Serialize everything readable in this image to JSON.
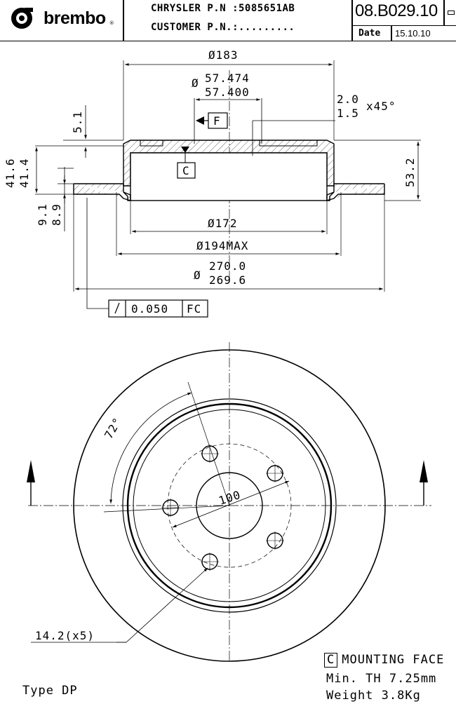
{
  "header": {
    "brand": "brembo",
    "brand_reg": "®",
    "oem_line": "CHRYSLER P.N :5085651AB",
    "customer_line": "CUSTOMER P.N.:.........",
    "part_code": "08.B029.10",
    "date_label": "Date",
    "date_value": "15.10.10"
  },
  "dimensions": {
    "d183": "183",
    "d57_max": "57.474",
    "d57_min": "57.400",
    "chamfer_a": "2.0",
    "chamfer_b": "1.5",
    "chamfer_angle": "x45°",
    "h5_1": "5.1",
    "h41_6": "41.6",
    "h41_4": "41.4",
    "h53_2": "53.2",
    "h9_1": "9.1",
    "h8_9": "8.9",
    "d172": "172",
    "d194": "194MAX",
    "d270_max": "270.0",
    "d269_6": "269.6",
    "tol_value": "0.050",
    "tol_ref": "FC",
    "datum_f": "F",
    "datum_c": "C",
    "angle": "72°",
    "pcd": "100",
    "holes": "14.2(x5)"
  },
  "specs": {
    "mount_box": "C",
    "mount_text": "MOUNTING FACE",
    "min_th": "Min. TH 7.25mm",
    "weight": "Weight 3.8Kg",
    "type": "Type DP"
  }
}
